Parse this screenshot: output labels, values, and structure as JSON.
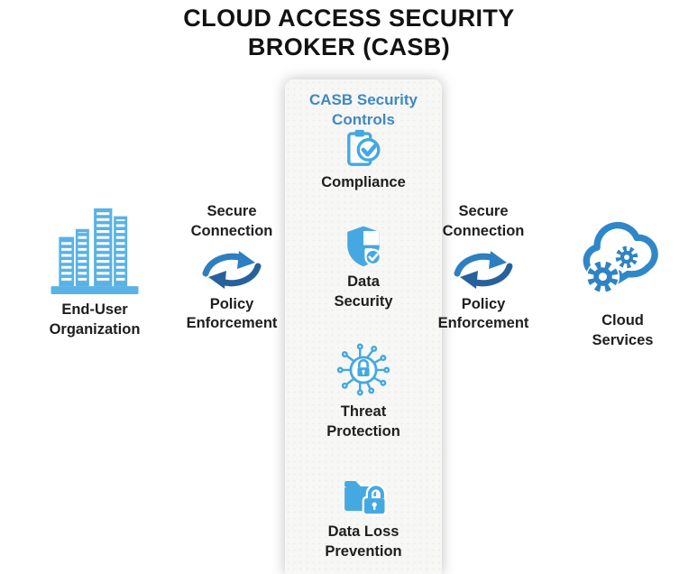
{
  "title": {
    "line1": "CLOUD ACCESS SECURITY",
    "line2": "BROKER (CASB)"
  },
  "left_endpoint": {
    "icon": "office-buildings-icon",
    "line1": "End-User",
    "line2": "Organization"
  },
  "right_endpoint": {
    "icon": "cloud-gears-icon",
    "line1": "Cloud",
    "line2": "Services"
  },
  "connections": {
    "left": {
      "icon": "sync-arrows-icon",
      "top_line1": "Secure",
      "top_line2": "Connection",
      "bottom_line1": "Policy",
      "bottom_line2": "Enforcement"
    },
    "right": {
      "icon": "sync-arrows-icon",
      "top_line1": "Secure",
      "top_line2": "Connection",
      "bottom_line1": "Policy",
      "bottom_line2": "Enforcement"
    }
  },
  "panel": {
    "heading_line1": "CASB Security",
    "heading_line2": "Controls",
    "features": [
      {
        "icon": "clipboard-check-icon",
        "line1": "Compliance"
      },
      {
        "icon": "shield-check-icon",
        "line1": "Data",
        "line2": "Security"
      },
      {
        "icon": "circuit-lock-icon",
        "line1": "Threat",
        "line2": "Protection"
      },
      {
        "icon": "folder-lock-icon",
        "line1": "Data Loss",
        "line2": "Prevention"
      }
    ]
  },
  "colors": {
    "accent_blue": "#45A8E1",
    "heading_blue": "#3E88C5",
    "arrow_light": "#2E7FC0",
    "arrow_dark": "#27619B",
    "cloud_blue": "#2F87C8",
    "gear_blue": "#2E83C4",
    "text_dark": "#1E1E1E",
    "panel_bg": "#F7F7F5",
    "title_color": "#121212"
  }
}
